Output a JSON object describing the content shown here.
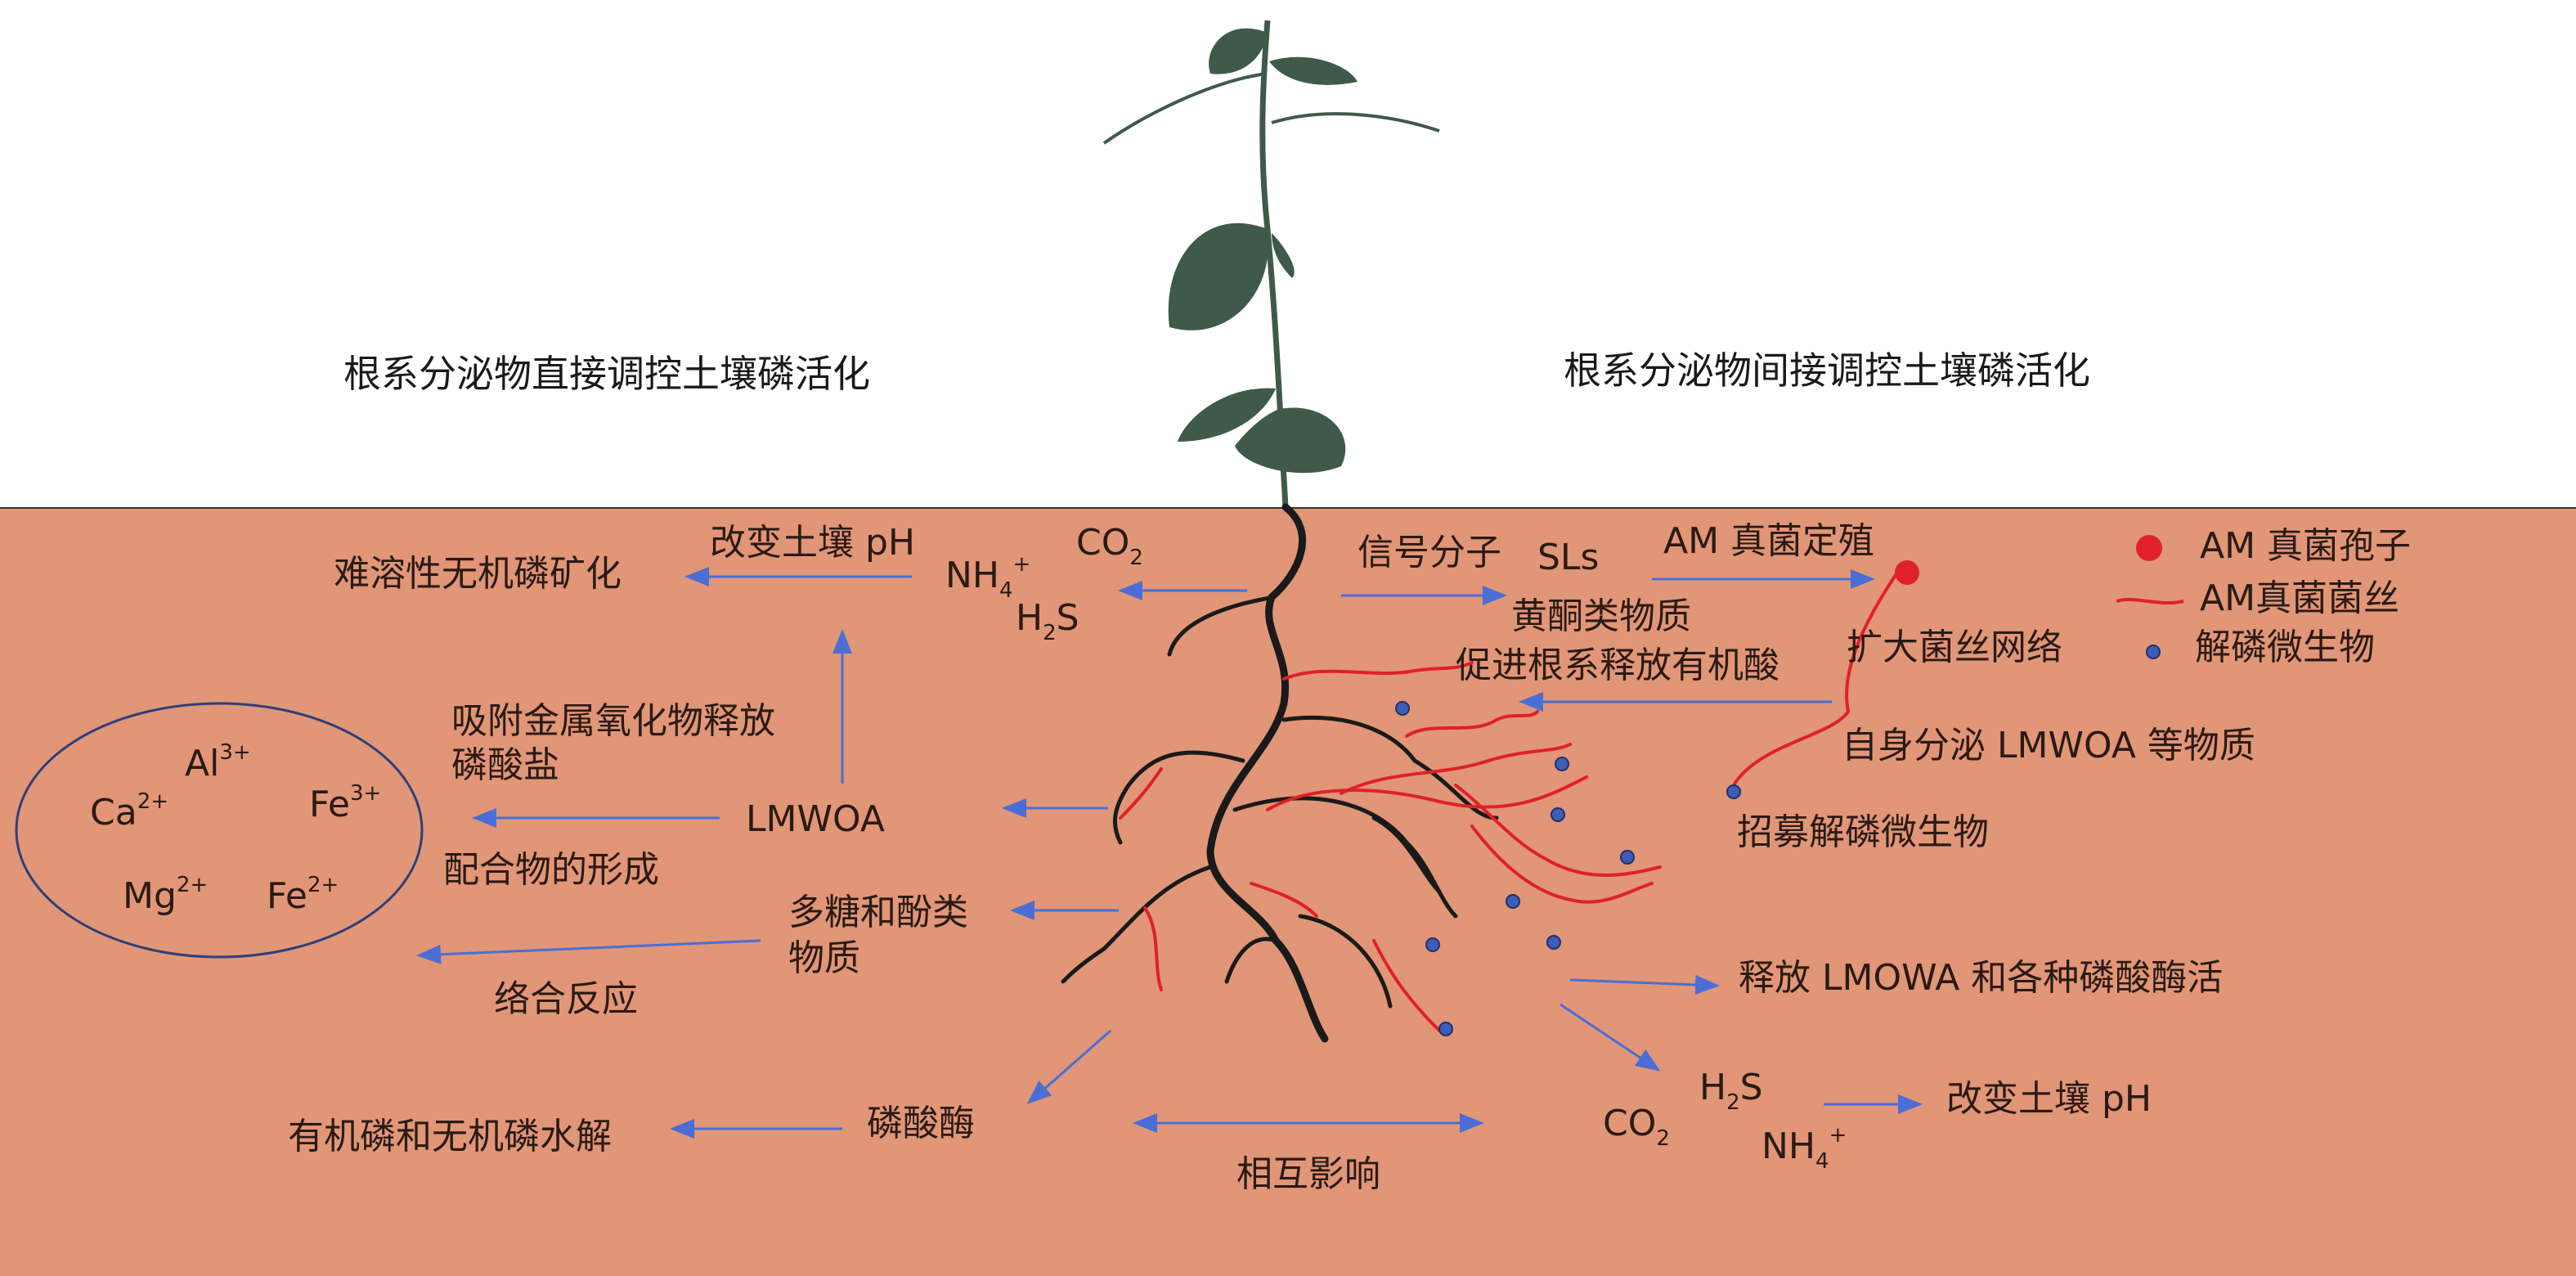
{
  "colors": {
    "soil": "#e09677",
    "arrow": "#4a6ed6",
    "root": "#1a1a1a",
    "hyphae": "#e0202a",
    "spore": "#e0202a",
    "microbe": "#3d5db8",
    "leaf": "#3f5a4a"
  },
  "headers": {
    "left": "根系分泌物直接调控土壤磷活化",
    "right": "根系分泌物间接调控土壤磷活化"
  },
  "left": {
    "mineralization": "难溶性无机磷矿化",
    "change_ph": "改变土壤 pH",
    "nh4": "NH",
    "nh4_sub": "4",
    "nh4_sup": "+",
    "co2": "CO",
    "co2_sub": "2",
    "h2s_h": "H",
    "h2s_sub": "2",
    "h2s_s": "S",
    "adsorb_line1": "吸附金属氧化物释放",
    "adsorb_line2": "磷酸盐",
    "lmwoa": "LMWOA",
    "complex": "配合物的形成",
    "poly_line1": "多糖和酚类",
    "poly_line2": "物质",
    "complexation": "络合反应",
    "phosphatase": "磷酸酶",
    "hydrolysis": "有机磷和无机磷水解",
    "mutual": "相互影响"
  },
  "ions": {
    "al": "Al",
    "al_sup": "3+",
    "ca": "Ca",
    "ca_sup": "2+",
    "fe3": "Fe",
    "fe3_sup": "3+",
    "mg": "Mg",
    "mg_sup": "2+",
    "fe2": "Fe",
    "fe2_sup": "2+"
  },
  "right": {
    "signal": "信号分子",
    "sls": "SLs",
    "flavonoid": "黄酮类物质",
    "am_colonize": "AM 真菌定殖",
    "promote": "促进根系释放有机酸",
    "expand": "扩大菌丝网络",
    "self_secrete": "自身分泌 LMWOA 等物质",
    "recruit": "招募解磷微生物",
    "release": "释放 LMOWA 和各种磷酸酶活",
    "co2": "CO",
    "co2_sub": "2",
    "h2s_h": "H",
    "h2s_sub": "2",
    "h2s_s": "S",
    "nh4": "NH",
    "nh4_sub": "4",
    "nh4_sup": "+",
    "change_ph": "改变土壤 pH"
  },
  "legend": {
    "spore": "AM 真菌孢子",
    "hyphae": "AM真菌菌丝",
    "microbe": "解磷微生物"
  }
}
